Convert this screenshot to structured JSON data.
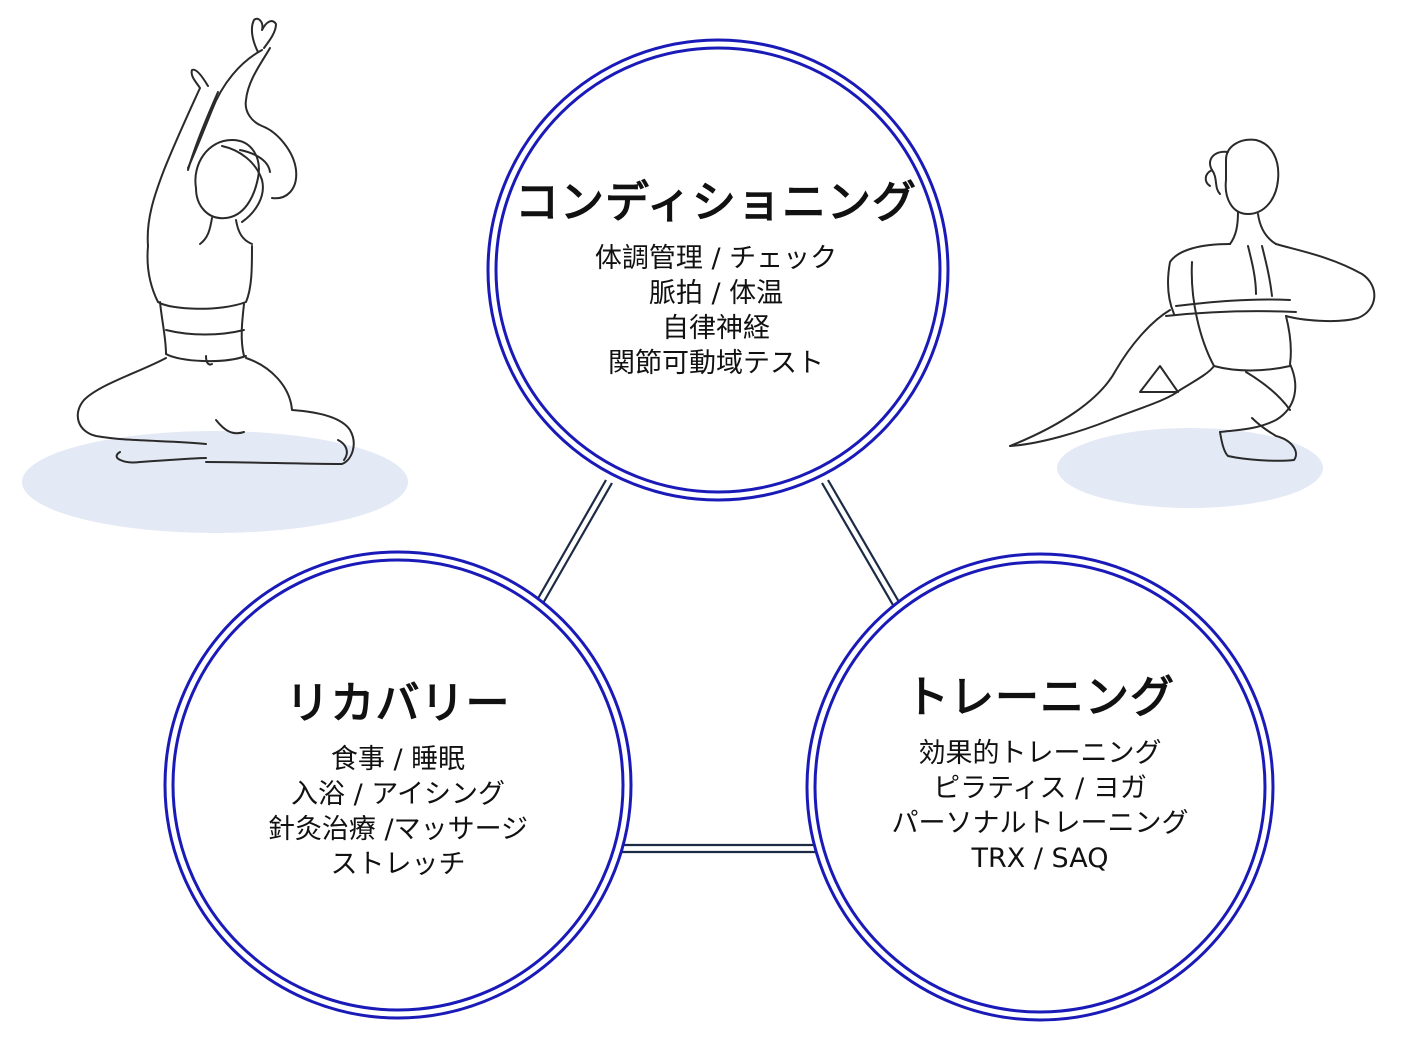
{
  "colors": {
    "circle_stroke": "#1a1ab8",
    "connector_stroke": "#1c2b45",
    "figure_stroke": "#2a2a2a",
    "mat_fill": "#e3e9f5"
  },
  "figures": [
    {
      "icon": "seated-yoga-woman-arms-up-icon"
    },
    {
      "icon": "seated-yoga-woman-twist-icon"
    }
  ],
  "nodes": {
    "conditioning": {
      "title": "コンディショニング",
      "lines": [
        "体調管理 / チェック",
        "脈拍 / 体温",
        "自律神経",
        "関節可動域テスト"
      ]
    },
    "recovery": {
      "title": "リカバリー",
      "lines": [
        "食事 / 睡眠",
        "入浴 / アイシング",
        "針灸治療 /マッサージ",
        "ストレッチ"
      ]
    },
    "training": {
      "title": "トレーニング",
      "lines": [
        "効果的トレーニング",
        "ピラティス / ヨガ",
        "パーソナルトレーニング",
        "TRX / SAQ"
      ]
    }
  }
}
